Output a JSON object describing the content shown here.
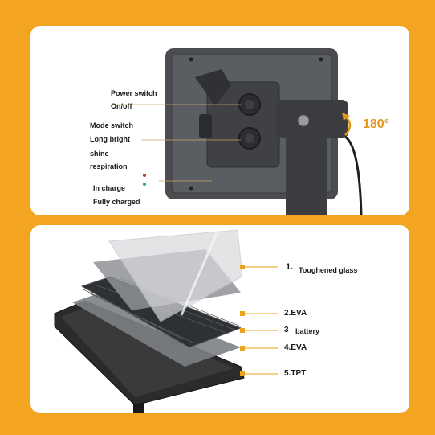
{
  "top_panel": {
    "labels": {
      "power_switch": "Power switch",
      "on_off": "On/off",
      "mode_switch": "Mode switch",
      "long_bright": "Long bright",
      "shine": "shine",
      "respiration": "respiration",
      "in_charge": "In charge",
      "fully_charged": "Fully charged"
    },
    "rotation": "180°",
    "indicator_colors": {
      "in_charge": "#c0392b",
      "fully_charged": "#27ae60"
    }
  },
  "bottom_panel": {
    "layers": {
      "layer1_num": "1.",
      "layer1": "Toughened glass",
      "layer2": "2.EVA",
      "layer3_num": "3",
      "layer3": "battery",
      "layer4": "4.EVA",
      "layer5": "5.TPT"
    },
    "callout_color": "#e8a41e"
  },
  "colors": {
    "background": "#f3a522",
    "panel": "#ffffff"
  }
}
